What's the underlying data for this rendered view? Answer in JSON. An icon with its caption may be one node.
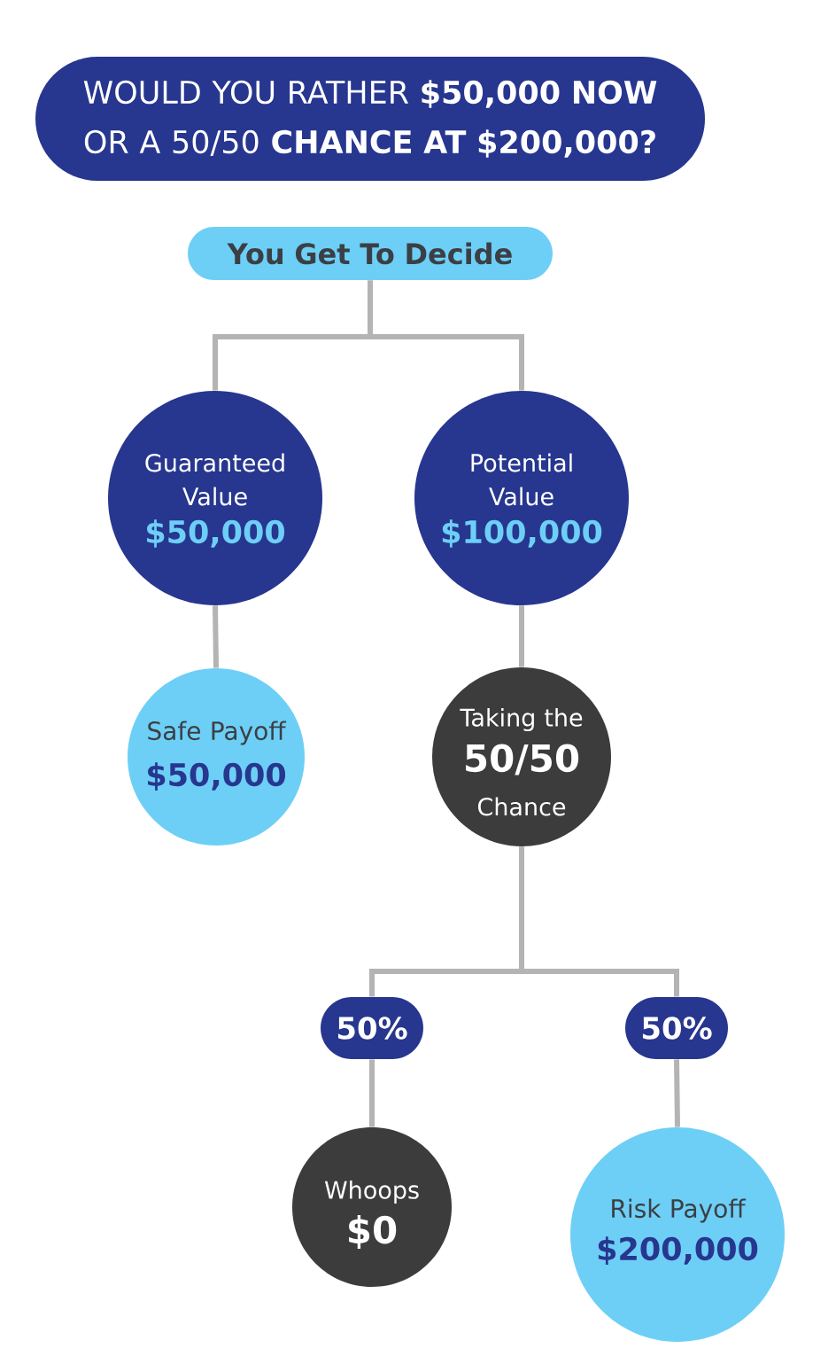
{
  "diagram": {
    "title": "WOULD YOU RATHER **$50,000 NOW** OR A 50/50 **CHANCE AT $200,000?**",
    "nodes": [
      {
        "text": [
          "You Get To Decide"
        ]
      },
      {
        "text": [
          "Guaranteed Value",
          "$50,000"
        ]
      },
      {
        "text": [
          "Potential Value",
          "$100,000"
        ]
      },
      {
        "text": [
          "Safe Payoff",
          "$50,000"
        ]
      },
      {
        "text": [
          "Taking the",
          "50/50",
          "Chance"
        ]
      },
      {
        "text": [
          "50%"
        ]
      },
      {
        "text": [
          "50%"
        ]
      },
      {
        "text": [
          "Whoops",
          "$0"
        ]
      },
      {
        "text": [
          "Risk Payoff",
          "$200,000"
        ]
      }
    ],
    "edges": [
      {
        "from": 0,
        "to": 1,
        "arrow": "none"
      },
      {
        "from": 0,
        "to": 2,
        "arrow": "none"
      },
      {
        "from": 1,
        "to": 3,
        "arrow": "none"
      },
      {
        "from": 2,
        "to": 4,
        "arrow": "none"
      },
      {
        "from": 4,
        "to": 5,
        "arrow": "none"
      },
      {
        "from": 4,
        "to": 6,
        "arrow": "none"
      },
      {
        "from": 5,
        "to": 7,
        "arrow": "none"
      },
      {
        "from": 6,
        "to": 8,
        "arrow": "none"
      }
    ]
  }
}
